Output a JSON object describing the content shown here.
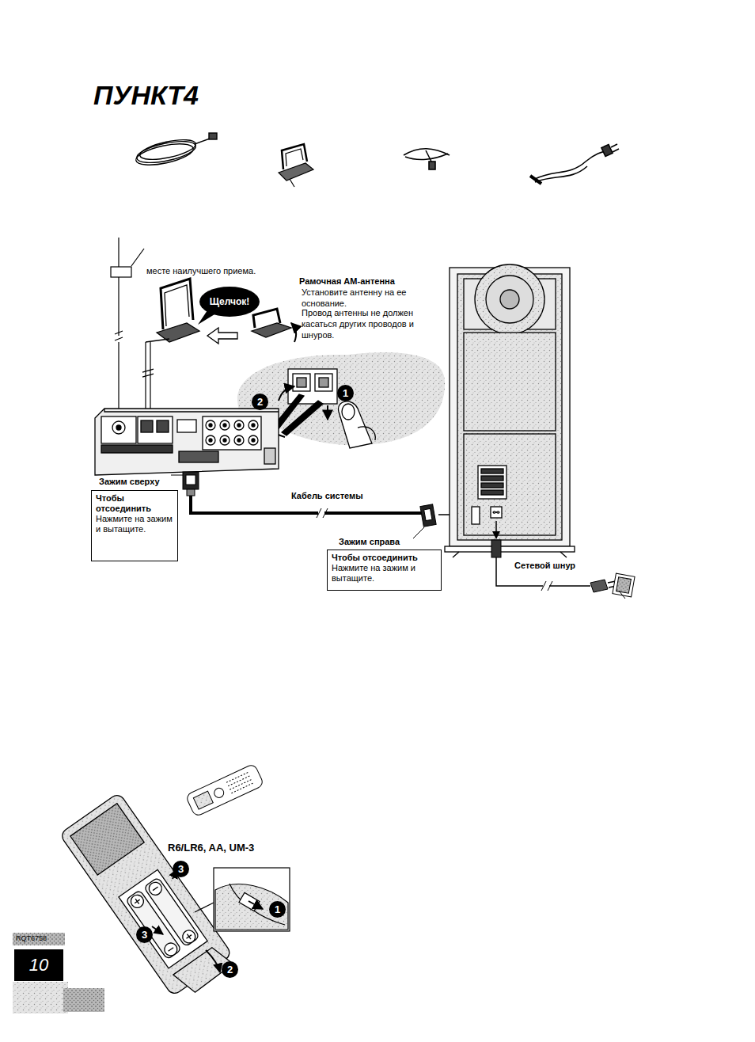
{
  "diagram": {
    "title": "ПУНКТ4",
    "nodes": [
      {
        "text": [
          "Щелчок!"
        ]
      },
      {
        "text": [
          "2"
        ]
      },
      {
        "text": [
          "1"
        ]
      },
      {
        "text": [
          "Чтобы отсоединить",
          "Нажмите на зажим и вытащите."
        ]
      },
      {
        "text": [
          "Чтобы отсоединить",
          "Нажмите на зажим и вытащите."
        ]
      },
      {
        "text": [
          "3"
        ]
      },
      {
        "text": [
          "3"
        ]
      },
      {
        "text": [
          "1"
        ]
      },
      {
        "text": [
          "2"
        ]
      },
      {
        "text": [
          "10"
        ]
      }
    ],
    "labels": [
      "месте наилучшего приема.",
      "Рамочная АМ-антенна",
      "Установите антенну на ее основание.",
      "Провод антенны не должен касаться других проводов и шнуров.",
      "Зажим сверху",
      "Кабель системы",
      "Зажим справа",
      "Сетевой шнур",
      "R6/LR6, AA, UM-3",
      "RQT6758"
    ]
  }
}
